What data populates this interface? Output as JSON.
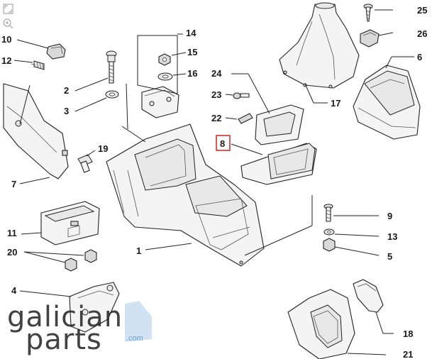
{
  "callouts": {
    "c1": "1",
    "c2": "2",
    "c3": "3",
    "c4": "4",
    "c5": "5",
    "c6": "6",
    "c7": "7",
    "c8": "8",
    "c9": "9",
    "c10": "10",
    "c11": "11",
    "c12": "12",
    "c13": "13",
    "c14": "14",
    "c15": "15",
    "c16": "16",
    "c17": "17",
    "c18": "18",
    "c19": "19",
    "c20": "20",
    "c21": "21",
    "c22": "22",
    "c23": "23",
    "c24": "24",
    "c25": "25",
    "c26": "26"
  },
  "highlighted_callout": "8",
  "watermark": {
    "line1": "galician",
    "line2": "parts",
    "suffix": ".com"
  },
  "colors": {
    "highlight": "#d32f2f",
    "watermark_accent": "#4a8fcc"
  },
  "icons": [
    "expand-icon",
    "zoom-icon"
  ]
}
